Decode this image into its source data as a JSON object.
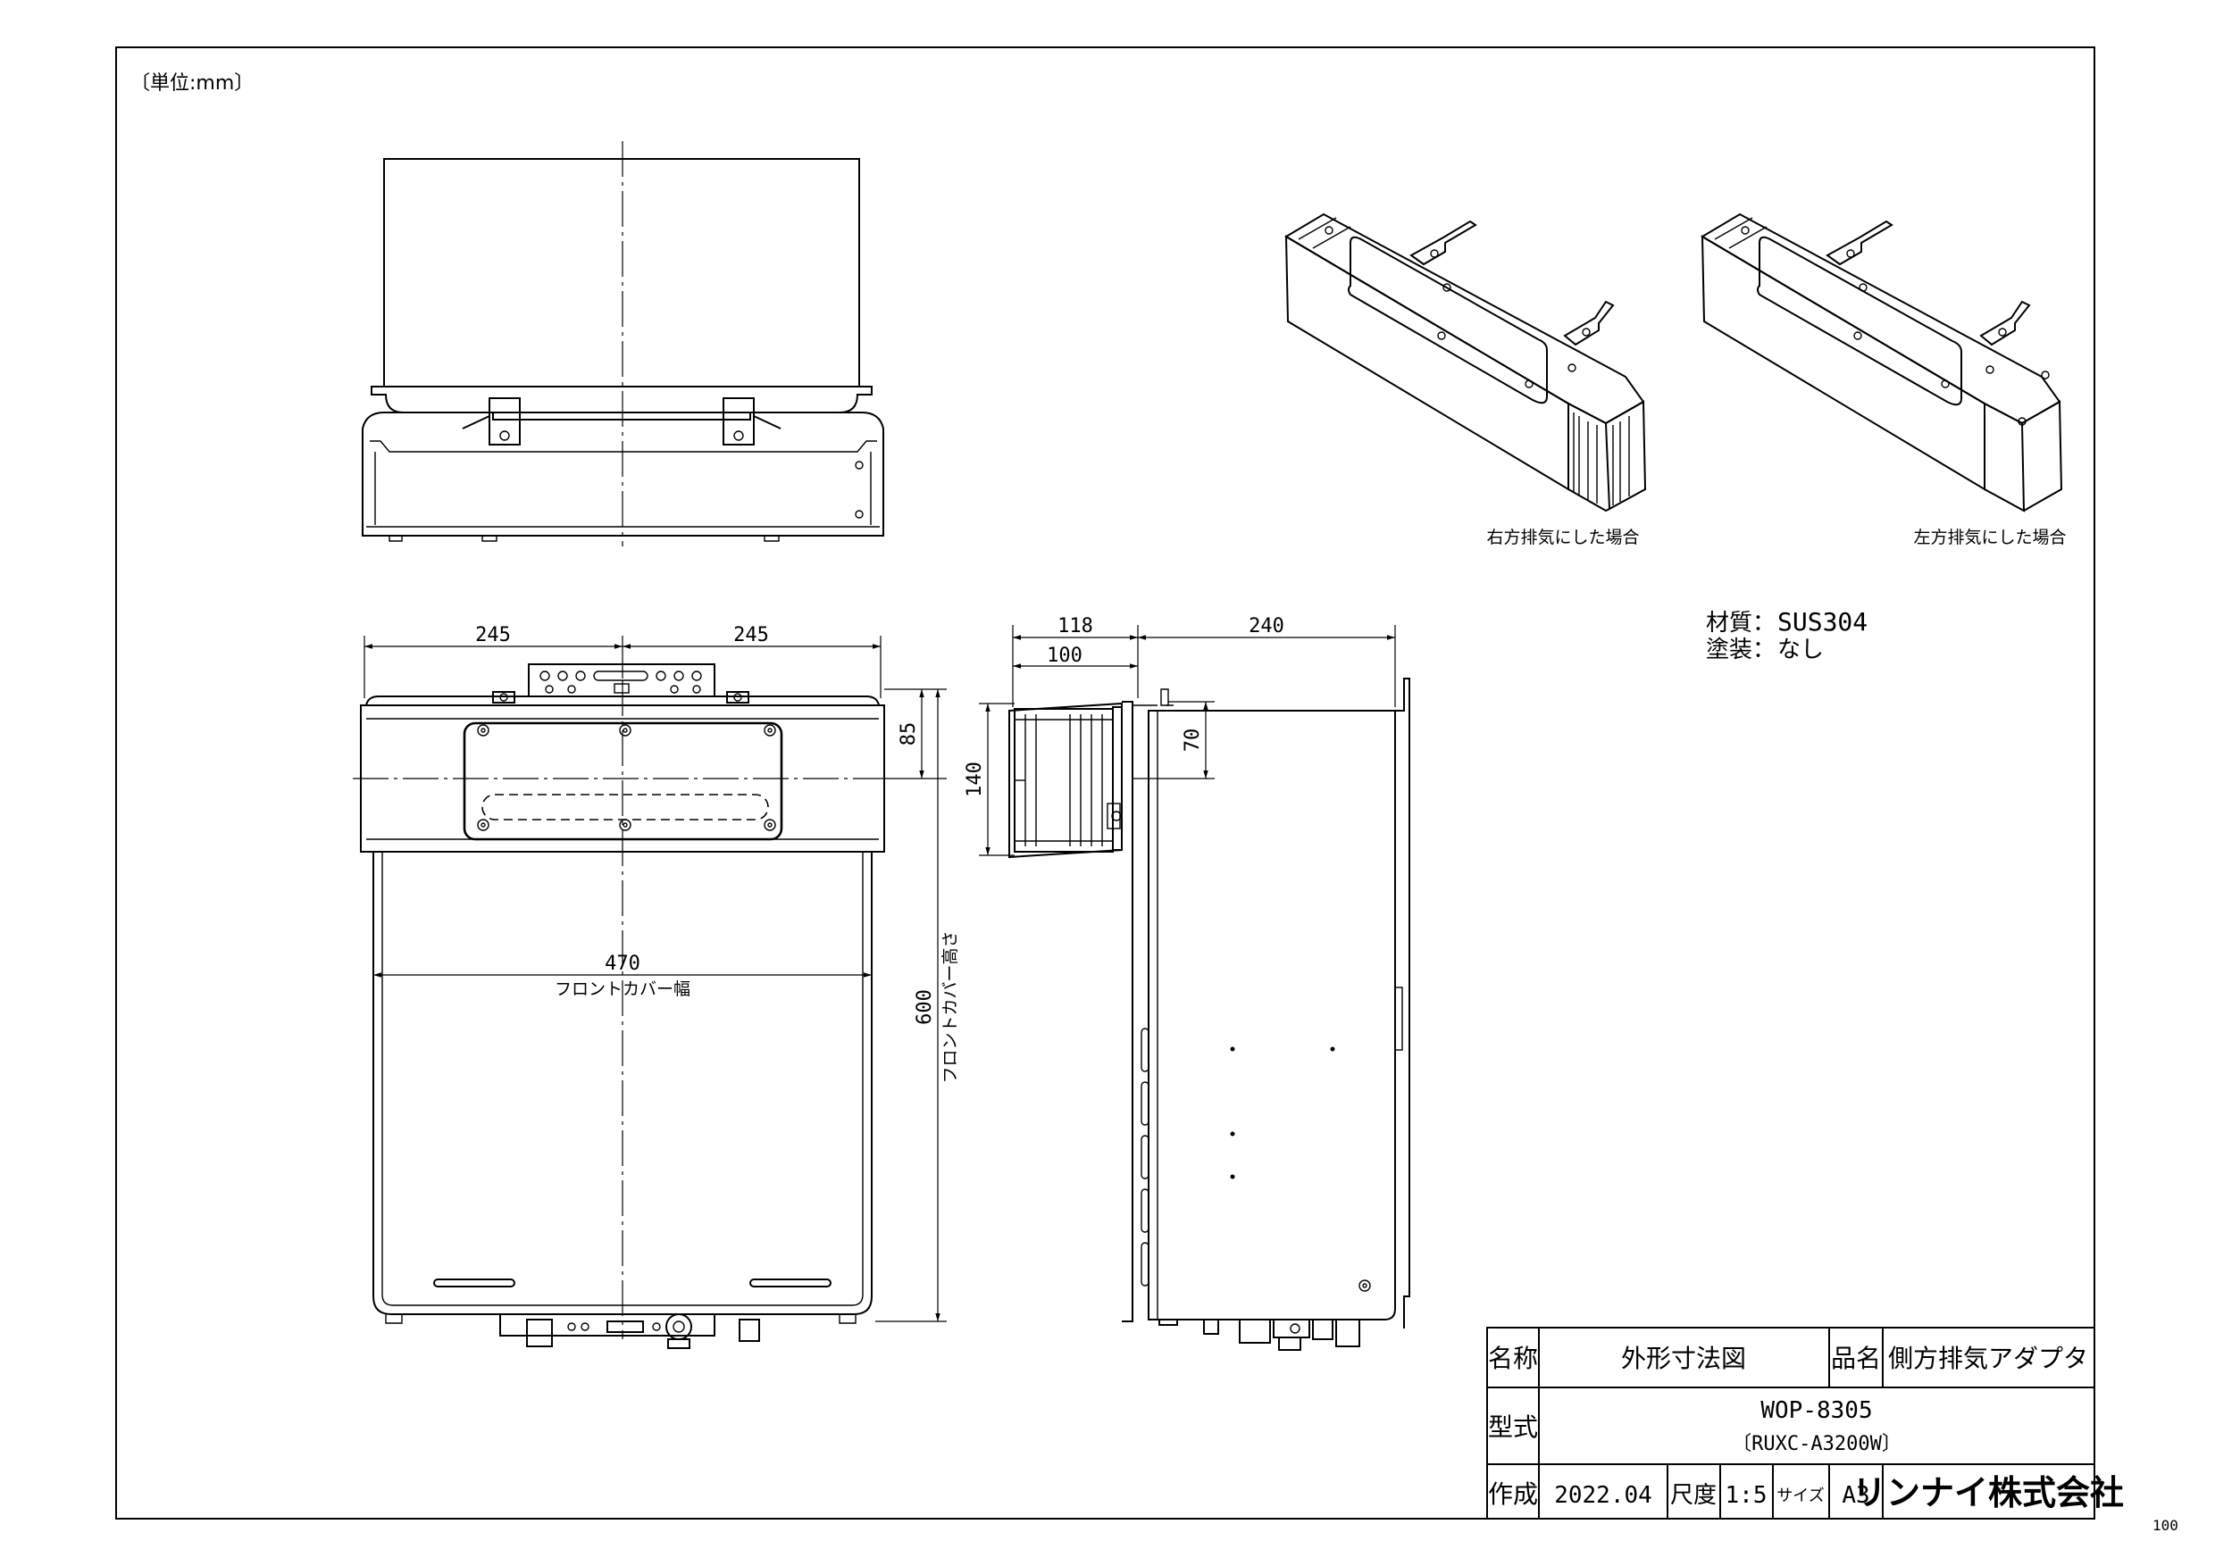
{
  "unit_note": "〔単位:mm〕",
  "page_number": "100",
  "dimensions": {
    "front_left_width": "245",
    "front_right_width": "245",
    "front_cover_width": "470",
    "front_cover_width_label": "フロントカバー幅",
    "front_cover_height": "600",
    "front_cover_height_label": "フロントカバー高さ",
    "adapter_offset": "85",
    "adapter_height": "140",
    "side_total_depth": "118",
    "side_adapter_depth": "100",
    "side_body_depth": "240",
    "side_offset": "70"
  },
  "iso_views": {
    "right_caption": "右方排気にした場合",
    "left_caption": "左方排気にした場合"
  },
  "specs": {
    "material_label": "材質",
    "material_value": "SUS304",
    "coating_label": "塗装",
    "coating_value": "なし",
    "separator": "："
  },
  "title_block": {
    "name_label": "名称",
    "name_value": "外形寸法図",
    "product_label": "品名",
    "product_value": "側方排気アダプタ",
    "model_label": "型式",
    "model_value": "WOP-8305",
    "model_sub": "〔RUXC-A3200W〕",
    "created_label": "作成",
    "created_value": "2022.04",
    "scale_label": "尺度",
    "scale_value": "1:5",
    "size_label": "サイズ",
    "size_value": "A3",
    "company": "リンナイ株式会社"
  }
}
